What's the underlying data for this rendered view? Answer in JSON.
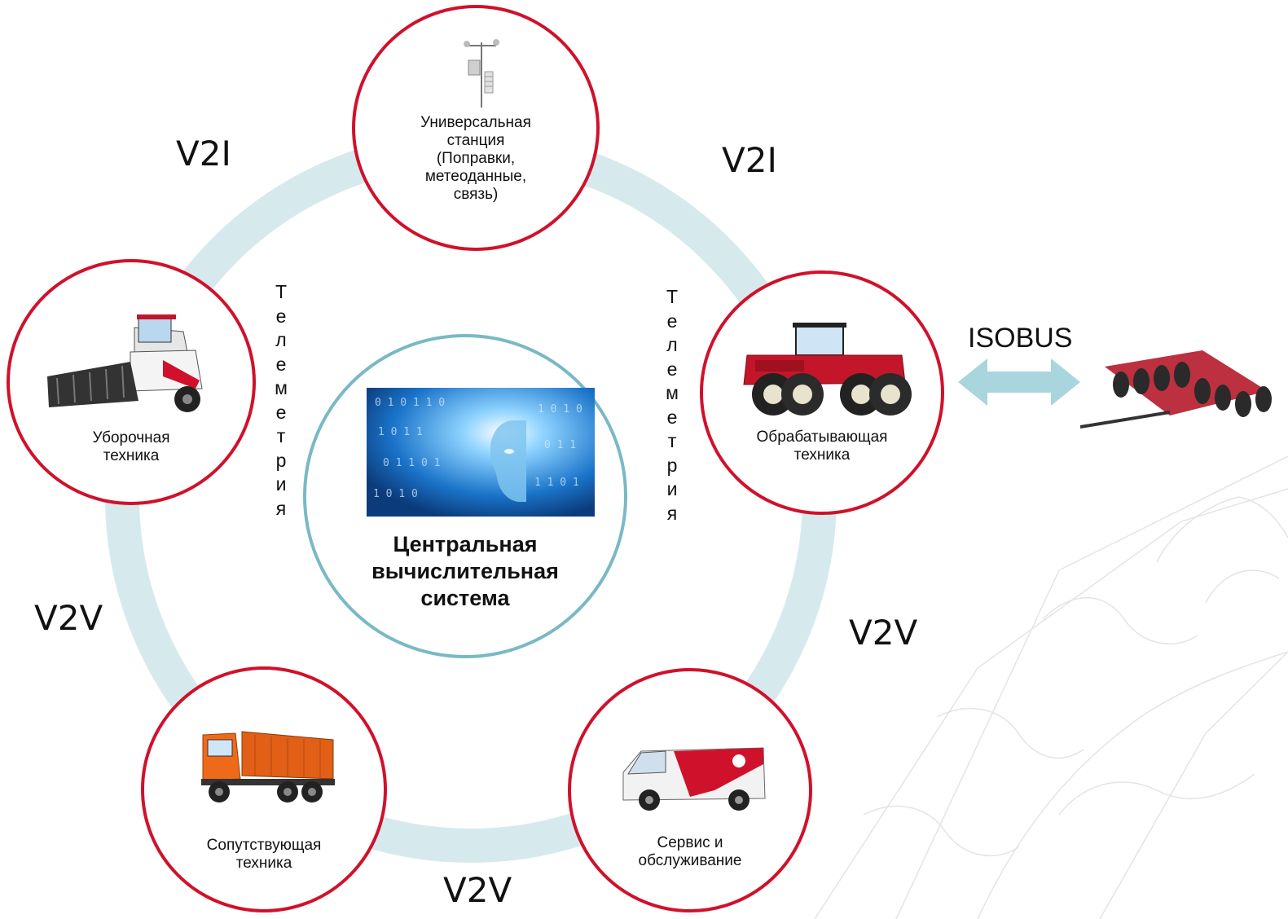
{
  "center": {
    "title": "Центральная\nвычислительная\nсистема"
  },
  "nodes": {
    "station": {
      "label": "Универсальная\nстанция\n(Поправки,\nметеоданные,\nсвязь)"
    },
    "harvester": {
      "label": "Уборочная\nтехника"
    },
    "tillage": {
      "label": "Обрабатывающая\nтехника"
    },
    "support": {
      "label": "Сопутствующая\nтехника"
    },
    "service": {
      "label": "Сервис и\nобслуживание"
    }
  },
  "links": {
    "v2i_left": "V2I",
    "v2i_right": "V2I",
    "v2v_left": "V2V",
    "v2v_right": "V2V",
    "v2v_bottom": "V2V",
    "isobus": "ISOBUS"
  },
  "telemetry_word": "Телеметрия",
  "colors": {
    "node_border": "#d0112b",
    "center_border": "#79b9c4",
    "ring": "#d6eaed",
    "isobus_arrow": "#a8d6dc"
  }
}
